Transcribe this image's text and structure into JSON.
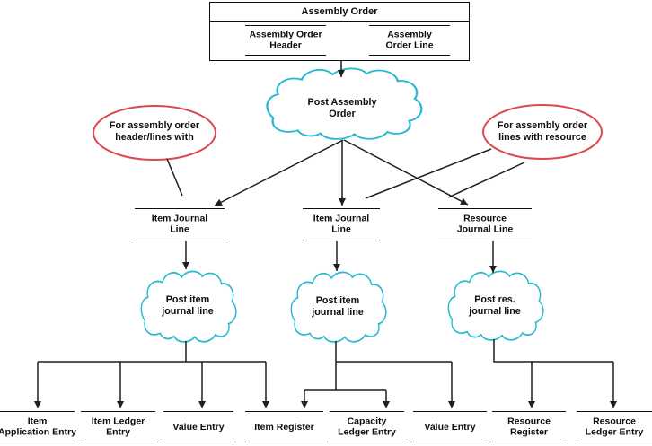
{
  "colors": {
    "cloud_stroke": "#29b9cf",
    "annotation_stroke": "#dd4a4e",
    "connector": "#1f1f1f",
    "text": "#0d0d0d"
  },
  "assembly_order_box": {
    "title": "Assembly Order",
    "header_entity": "Assembly Order\nHeader",
    "line_entity": "Assembly\nOrder Line"
  },
  "clouds": {
    "post_assembly": "Post Assembly\nOrder",
    "post_item_1": "Post item\njournal line",
    "post_item_2": "Post item\njournal line",
    "post_resource": "Post res.\njournal line"
  },
  "annotations": {
    "left": "For assembly order\nheader/lines with",
    "right": "For assembly order\nlines with resource"
  },
  "journal_lines": [
    {
      "label": "Item Journal\nLine"
    },
    {
      "label": "Item Journal\nLine"
    },
    {
      "label": "Resource\nJournal Line"
    }
  ],
  "ledger_entities": [
    {
      "label": "Item\nApplication Entry"
    },
    {
      "label": "Item Ledger\nEntry"
    },
    {
      "label": "Value Entry"
    },
    {
      "label": "Item Register"
    },
    {
      "label": "Capacity\nLedger Entry"
    },
    {
      "label": "Value Entry"
    },
    {
      "label": "Resource\nRegister"
    },
    {
      "label": "Resource\nLedger Entry"
    }
  ]
}
